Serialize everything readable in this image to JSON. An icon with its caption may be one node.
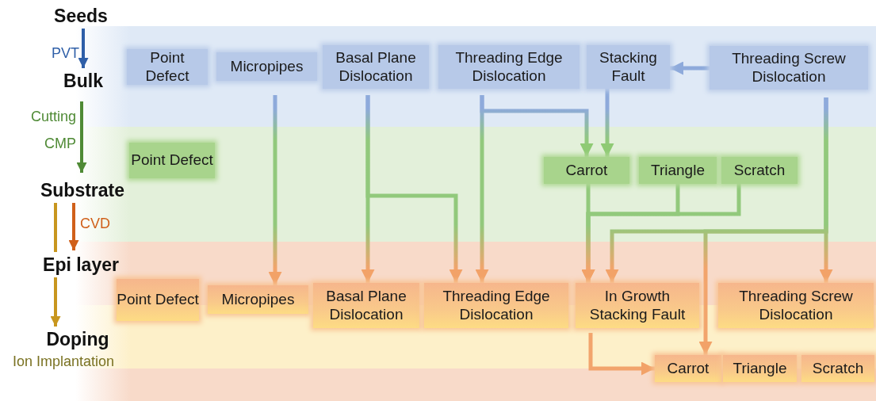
{
  "diagram": {
    "nodes": [
      {
        "text": [
          "Seeds"
        ]
      },
      {
        "text": [
          "Bulk"
        ]
      },
      {
        "text": [
          "Substrate"
        ]
      },
      {
        "text": [
          "Epi layer"
        ]
      },
      {
        "text": [
          "Doping"
        ],
        "beside": [
          "Ion Implantation"
        ]
      },
      {
        "text": [
          "Point Defect"
        ]
      },
      {
        "text": [
          "Micropipes"
        ]
      },
      {
        "text": [
          "Basal Plane Dislocation"
        ]
      },
      {
        "text": [
          "Threading Edge Dislocation"
        ]
      },
      {
        "text": [
          "Stacking Fault"
        ]
      },
      {
        "text": [
          "Threading Screw Dislocation"
        ]
      },
      {
        "text": [
          "Point Defect"
        ]
      },
      {
        "text": [
          "Carrot"
        ]
      },
      {
        "text": [
          "Triangle"
        ]
      },
      {
        "text": [
          "Scratch"
        ]
      },
      {
        "text": [
          "Point Defect"
        ]
      },
      {
        "text": [
          "Micropipes"
        ]
      },
      {
        "text": [
          "Basal Plane Dislocation"
        ]
      },
      {
        "text": [
          "Threading Edge Dislocation"
        ]
      },
      {
        "text": [
          "In Growth Stacking Fault"
        ]
      },
      {
        "text": [
          "Threading Screw Dislocation"
        ]
      },
      {
        "text": [
          "Carrot"
        ]
      },
      {
        "text": [
          "Triangle"
        ]
      },
      {
        "text": [
          "Scratch"
        ]
      }
    ],
    "edges": [
      {
        "from": 0,
        "to": 1,
        "arrow": "to",
        "label": "PVT",
        "color": "#2f5fa8"
      },
      {
        "from": 1,
        "to": 2,
        "arrow": "to",
        "label": "Cutting CMP",
        "color": "#4f8a35"
      },
      {
        "from": 2,
        "to": 3,
        "arrow": "none",
        "color": "#c8961e"
      },
      {
        "from": 2,
        "to": 3,
        "arrow": "to",
        "label": "CVD",
        "color": "#d0601a"
      },
      {
        "from": 3,
        "to": 4,
        "arrow": "to",
        "color": "#c8961e"
      },
      {
        "from": 10,
        "to": 9,
        "arrow": "to"
      },
      {
        "from": 6,
        "to": 16,
        "arrow": "to"
      },
      {
        "from": 7,
        "to": 17,
        "arrow": "to"
      },
      {
        "from": 7,
        "to": 18,
        "arrow": "to"
      },
      {
        "from": 8,
        "to": 18,
        "arrow": "to"
      },
      {
        "from": 8,
        "to": 12,
        "arrow": "to"
      },
      {
        "from": 9,
        "to": 12,
        "arrow": "to"
      },
      {
        "from": 12,
        "to": 19,
        "arrow": "to"
      },
      {
        "from": 13,
        "to": 19,
        "arrow": "to"
      },
      {
        "from": 14,
        "to": 19,
        "arrow": "to"
      },
      {
        "from": 10,
        "to": 20,
        "arrow": "to"
      },
      {
        "from": 10,
        "to": 19,
        "arrow": "to"
      },
      {
        "from": 10,
        "to": 21,
        "arrow": "to"
      },
      {
        "from": 19,
        "to": 21,
        "arrow": "to"
      }
    ]
  }
}
